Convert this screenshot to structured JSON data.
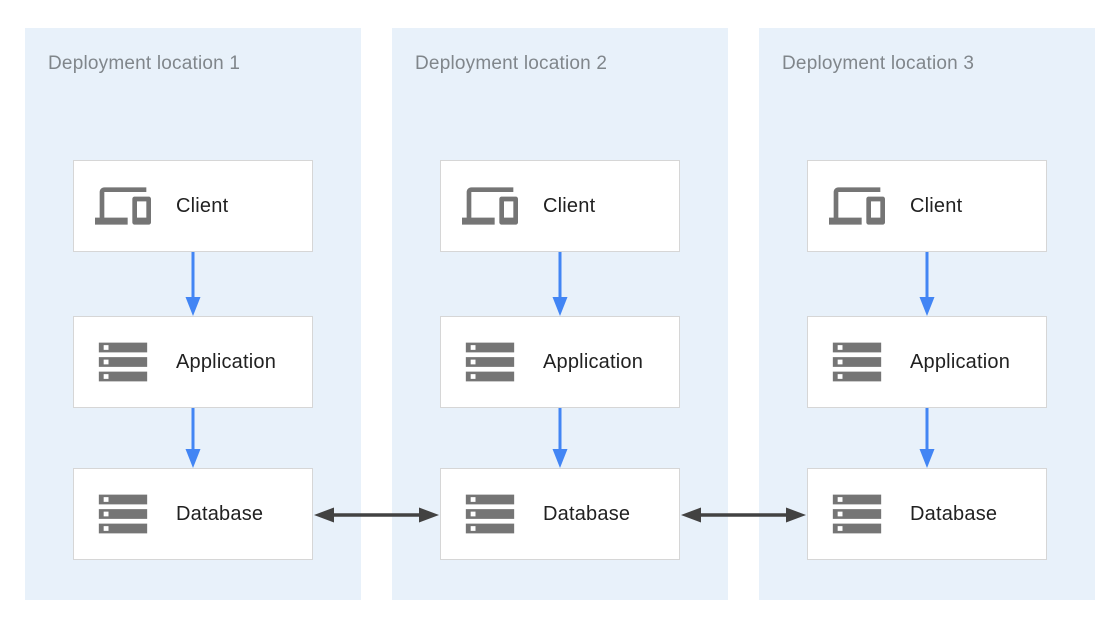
{
  "diagram": {
    "panels": [
      {
        "title": "Deployment location 1",
        "nodes": [
          {
            "label": "Client",
            "icon": "devices-icon"
          },
          {
            "label": "Application",
            "icon": "server-icon"
          },
          {
            "label": "Database",
            "icon": "server-icon"
          }
        ]
      },
      {
        "title": "Deployment location 2",
        "nodes": [
          {
            "label": "Client",
            "icon": "devices-icon"
          },
          {
            "label": "Application",
            "icon": "server-icon"
          },
          {
            "label": "Database",
            "icon": "server-icon"
          }
        ]
      },
      {
        "title": "Deployment location 3",
        "nodes": [
          {
            "label": "Client",
            "icon": "devices-icon"
          },
          {
            "label": "Application",
            "icon": "server-icon"
          },
          {
            "label": "Database",
            "icon": "server-icon"
          }
        ]
      }
    ],
    "connections": {
      "flow_arrows": [
        {
          "from": "Client",
          "to": "Application",
          "direction": "down"
        },
        {
          "from": "Application",
          "to": "Database",
          "direction": "down"
        }
      ],
      "replication_arrows": [
        {
          "between": [
            "Database (location 1)",
            "Database (location 2)"
          ],
          "bidirectional": true
        },
        {
          "between": [
            "Database (location 2)",
            "Database (location 3)"
          ],
          "bidirectional": true
        }
      ]
    },
    "colors": {
      "panel_background": "#E8F1FA",
      "node_background": "#FFFFFF",
      "node_border": "#D6D6D6",
      "node_label": "#212121",
      "panel_title": "#80868B",
      "icon_gray": "#757575",
      "flow_arrow_blue": "#4285F4",
      "replication_arrow_dark": "#424242"
    }
  }
}
